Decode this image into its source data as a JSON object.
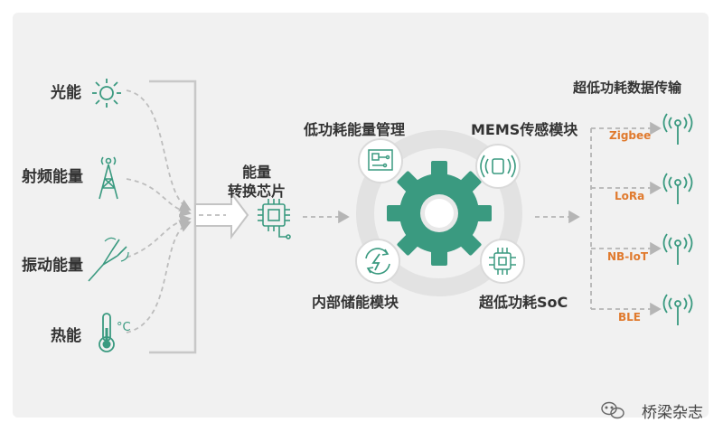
{
  "sources": [
    {
      "label": "光能",
      "icon": "sun-icon"
    },
    {
      "label": "射频能量",
      "icon": "radio-tower-icon"
    },
    {
      "label": "振动能量",
      "icon": "tuning-fork-icon"
    },
    {
      "label": "热能",
      "icon": "thermometer-icon",
      "icon_text": "°C"
    }
  ],
  "chip": {
    "line1": "能量",
    "line2": "转换芯片",
    "icon": "chip-icon"
  },
  "modules": {
    "top_left": {
      "label": "低功耗能量管理",
      "icon": "circuit-board-icon"
    },
    "top_right": {
      "label": "MEMS传感模块",
      "icon": "sensor-waves-icon"
    },
    "bottom_left": {
      "label": "内部储能模块",
      "icon": "energy-cycle-icon"
    },
    "bottom_right": {
      "label": "超低功耗SoC",
      "icon": "soc-chip-icon"
    },
    "center": {
      "icon": "gear-icon"
    }
  },
  "transmission": {
    "title": "超低功耗数据传输",
    "protocols": [
      "Zigbee",
      "LoRa",
      "NB-IoT",
      "BLE"
    ]
  },
  "footer": {
    "text": "桥梁杂志",
    "icon": "wechat-icon"
  },
  "colors": {
    "teal": "#3a9a80",
    "orange": "#e07a2e",
    "gray_arrow": "#b5b5b5",
    "panel": "#f1f1f1"
  }
}
